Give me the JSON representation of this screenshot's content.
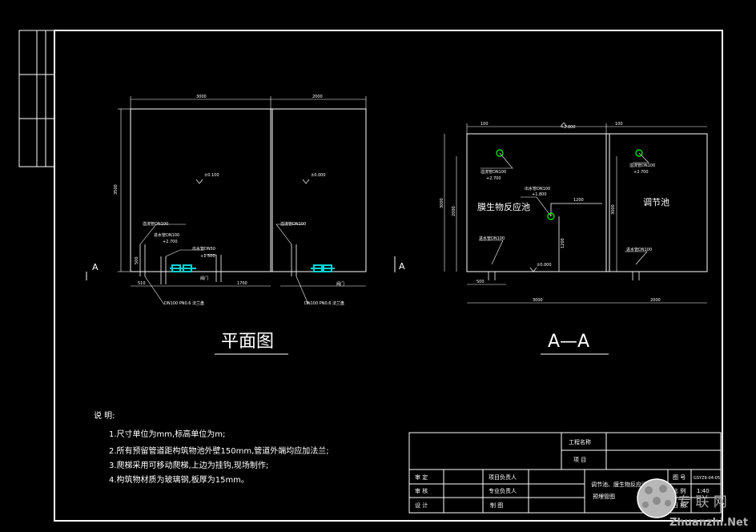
{
  "plan": {
    "title": "平面图",
    "dim_top": [
      "3000",
      "2000"
    ],
    "dim_left": "3500",
    "elev_left": "±0.100",
    "elev_right": "±0.000",
    "left_pipe": "溢流管DN100",
    "left_elev": "+2.700",
    "inlet_pipe": "进水管DN100",
    "outlet_pipe": "出水管DN50",
    "outlet_elev": "+1.500",
    "valve": "阀门",
    "right_pipe": "溢流管DN100",
    "dim_bottom_left": "510",
    "dim_bottom_mid": "1700",
    "dim_left_small": "500",
    "flange_left": "DN100 PN0.6 法兰盘",
    "flange_right": "DN100 PN0.6 法兰盘",
    "section_mark": "A"
  },
  "section": {
    "title": "A—A",
    "label_left": "膜生物反应池",
    "label_right": "调节池",
    "elev_top": "+2.800",
    "dim_top_left": "100",
    "dim_top_right": "100",
    "pipe1": "溢流管DN100",
    "pipe1_elev": "+2.700",
    "pipe2": "出水管DN100",
    "pipe2_elev": "+1.800",
    "pipe3": "溢流管DN100",
    "pipe3_elev": "+2.700",
    "pipe4": "进水管DN100",
    "pipe5": "进水管DN100",
    "dim_inner_top": "1200",
    "dim_inner_v": "1200",
    "elev_bottom": "±0.000",
    "dim_height_left": "3000",
    "dim_height_right": "3000",
    "dim_height_outer": "2000",
    "dim_bottom_small": "500",
    "dim_bottom_left": "3000",
    "dim_bottom_right": "2000",
    "section_mark": "A"
  },
  "notes": {
    "heading": "说  明:",
    "items": [
      "1.尺寸单位为mm,标高单位为m;",
      "2.所有预留管道距构筑物池外壁150mm,管道外端均应加法兰;",
      "3.爬梯采用可移动爬梯,上边为挂钩,现场制作;",
      "4.构筑物材质为玻璃钢,板厚为15mm。"
    ]
  },
  "titleblock": {
    "project_name_label": "工程名称",
    "item_label": "项  目",
    "approve": "审    定",
    "check": "审    核",
    "design": "设    计",
    "project_lead": "项目负责人",
    "discipline_lead": "专业负责人",
    "drawing": "制    图",
    "drawing_title_1": "调节池、膜生物反应池",
    "drawing_title_2": "预埋管图",
    "drawing_no_label": "图  号",
    "drawing_no": "GSYZ9-04-05",
    "scale_label": "比  例",
    "scale": "1:40",
    "date_label": "日  期"
  },
  "watermark": {
    "text_top": "专 联 网",
    "text_bottom": "Zhuanzhi.Net"
  },
  "colors": {
    "background": "#000000",
    "line": "#ffffff",
    "accent": "#00d5d5",
    "green": "#00ff00"
  }
}
